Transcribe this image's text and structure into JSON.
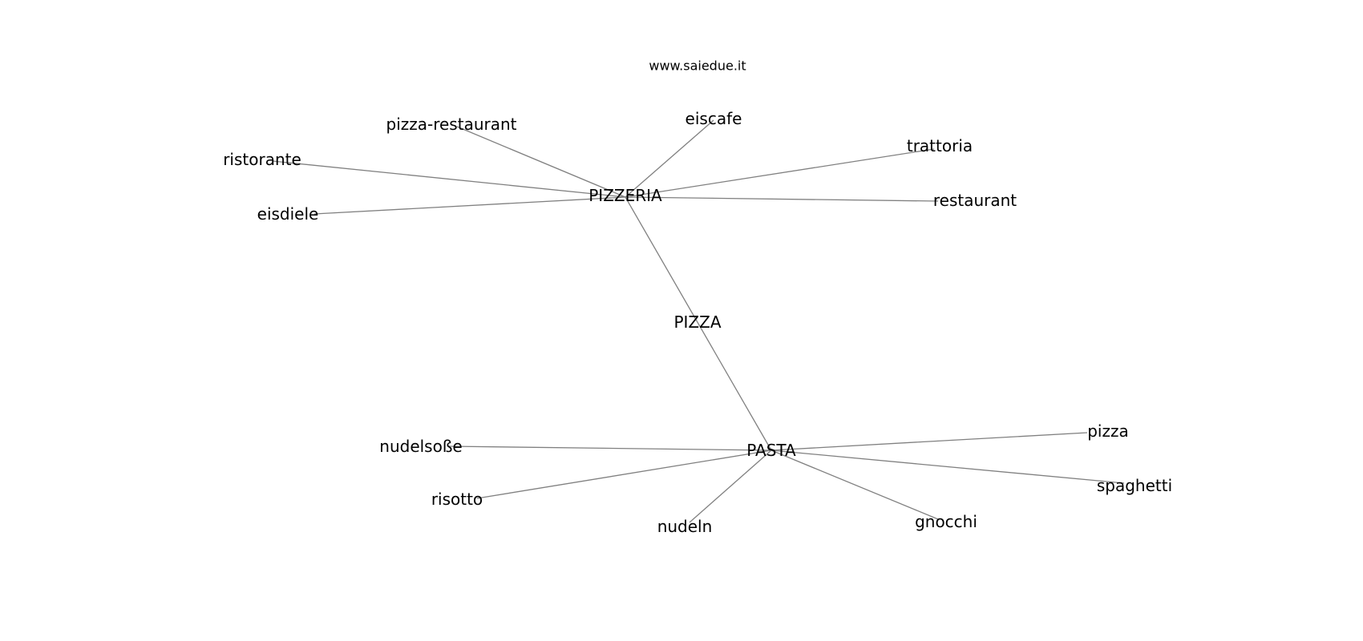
{
  "watermark": "www.saiedue.it",
  "graph": {
    "nodes": [
      {
        "id": "pizza_center",
        "label": "PIZZA"
      },
      {
        "id": "pizzeria",
        "label": "PIZZERIA"
      },
      {
        "id": "pasta",
        "label": "PASTA"
      },
      {
        "id": "pizza_restaurant",
        "label": "pizza-restaurant"
      },
      {
        "id": "eiscafe",
        "label": "eiscafe"
      },
      {
        "id": "trattoria",
        "label": "trattoria"
      },
      {
        "id": "ristorante",
        "label": "ristorante"
      },
      {
        "id": "restaurant",
        "label": "restaurant"
      },
      {
        "id": "eisdiele",
        "label": "eisdiele"
      },
      {
        "id": "nudelsosse",
        "label": "nudelsoße"
      },
      {
        "id": "risotto",
        "label": "risotto"
      },
      {
        "id": "nudeln",
        "label": "nudeln"
      },
      {
        "id": "gnocchi",
        "label": "gnocchi"
      },
      {
        "id": "pizza_small",
        "label": "pizza"
      },
      {
        "id": "spaghetti",
        "label": "spaghetti"
      }
    ],
    "edges": [
      [
        "pizzeria",
        "pasta"
      ],
      [
        "pizzeria",
        "pizza_restaurant"
      ],
      [
        "pizzeria",
        "eiscafe"
      ],
      [
        "pizzeria",
        "trattoria"
      ],
      [
        "pizzeria",
        "ristorante"
      ],
      [
        "pizzeria",
        "restaurant"
      ],
      [
        "pizzeria",
        "eisdiele"
      ],
      [
        "pasta",
        "nudelsosse"
      ],
      [
        "pasta",
        "risotto"
      ],
      [
        "pasta",
        "nudeln"
      ],
      [
        "pasta",
        "gnocchi"
      ],
      [
        "pasta",
        "pizza_small"
      ],
      [
        "pasta",
        "spaghetti"
      ]
    ]
  }
}
